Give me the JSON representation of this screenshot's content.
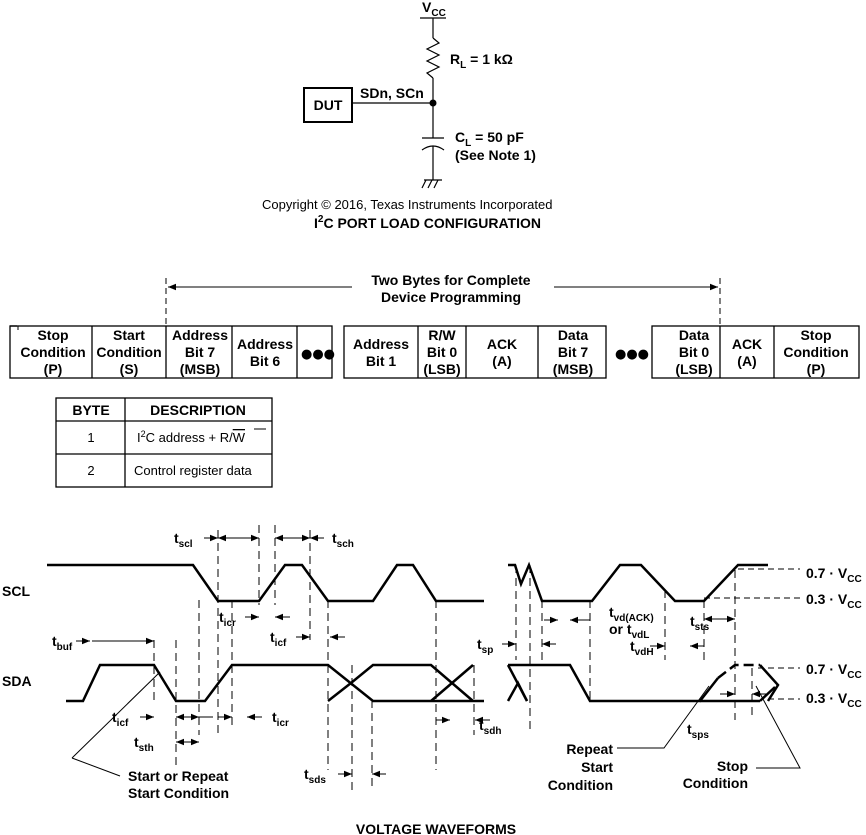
{
  "circuit": {
    "vcc_main": "V",
    "vcc_sub": "CC",
    "rl_main": "R",
    "rl_sub": "L",
    "rl_value": " = 1 kΩ",
    "dut_label": "DUT",
    "pin_label": "SDn, SCn",
    "cl_main": "C",
    "cl_sub": "L",
    "cl_value": " = 50 pF",
    "cl_note": "(See Note 1)",
    "copyright": "Copyright © 2016, Texas Instruments Incorporated",
    "title_i": "I",
    "title_sup": "2",
    "title_rest": "C PORT LOAD CONFIGURATION"
  },
  "frame": {
    "bracket_line1": "Two Bytes for Complete",
    "bracket_line2": "Device Programming",
    "ellipsis": "●●●",
    "cells": [
      {
        "l1": "Stop",
        "l2": "Condition",
        "l3": "(P)"
      },
      {
        "l1": "Start",
        "l2": "Condition",
        "l3": "(S)"
      },
      {
        "l1": "Address",
        "l2": "Bit 7",
        "l3": "(MSB)"
      },
      {
        "l1": "Address",
        "l2": "Bit 6"
      },
      {
        "l1": "Address",
        "l2": "Bit 1"
      },
      {
        "l1": "R/W",
        "l2": "Bit 0",
        "l3": "(LSB)"
      },
      {
        "l1": "ACK",
        "l2": "(A)"
      },
      {
        "l1": "Data",
        "l2": "Bit 7",
        "l3": "(MSB)"
      },
      {
        "l1": "Data",
        "l2": "Bit 0",
        "l3": "(LSB)"
      },
      {
        "l1": "ACK",
        "l2": "(A)"
      },
      {
        "l1": "Stop",
        "l2": "Condition",
        "l3": "(P)"
      }
    ]
  },
  "byte_table": {
    "header_byte": "BYTE",
    "header_desc": "DESCRIPTION",
    "rows": [
      {
        "byte": "1",
        "desc_i": "I",
        "desc_sup": "2",
        "desc_mid": "C address + R/",
        "desc_w": "W"
      },
      {
        "byte": "2",
        "desc": "Control register data"
      }
    ]
  },
  "waveforms": {
    "scl_label": "SCL",
    "sda_label": "SDA",
    "level_hi": "0.7 ·  V",
    "level_lo": "0.3 ·  V",
    "level_sub": "CC",
    "t_scl": "scl",
    "t_sch": "sch",
    "t_icr": "icr",
    "t_icf": "icf",
    "t_buf": "buf",
    "t_sth": "sth",
    "t_sds": "sds",
    "t_sdh": "sdh",
    "t_sp": "sp",
    "t_sts": "sts",
    "t_sps": "sps",
    "t_vdack": "vd(ACK)",
    "t_or": "or t",
    "t_vdl": "vdL",
    "t_vdh": "vdH",
    "start_repeat_l1": "Start or Repeat",
    "start_repeat_l2": "Start Condition",
    "repeat_l1": "Repeat",
    "repeat_l2": "Start",
    "repeat_l3": "Condition",
    "stop_l1": "Stop",
    "stop_l2": "Condition",
    "title": "VOLTAGE WAVEFORMS"
  }
}
